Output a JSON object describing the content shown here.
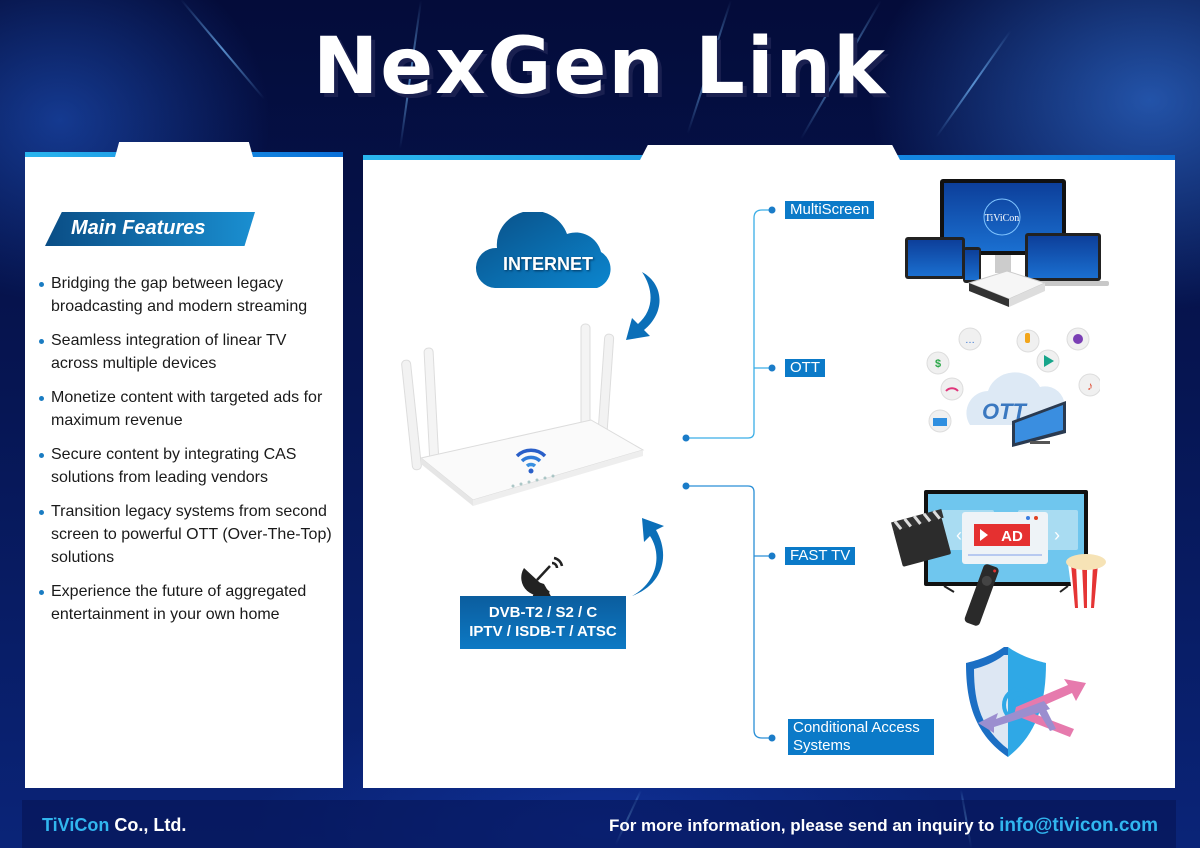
{
  "title": "NexGen Link",
  "features": {
    "heading": "Main Features",
    "items": [
      "Bridging the gap between legacy broadcasting and modern streaming",
      "Seamless integration of linear TV across multiple devices",
      "Monetize content with targeted ads for maximum revenue",
      "Secure content by integrating CAS solutions from leading vendors",
      "Transition legacy systems from second screen to powerful OTT (Over-The-Top) solutions",
      "Experience the future of aggregated entertainment in your own home"
    ]
  },
  "diagram": {
    "internet_label": "INTERNET",
    "broadcast_line1": "DVB-T2 / S2 / C",
    "broadcast_line2": "IPTV / ISDB-T / ATSC",
    "services": [
      {
        "label": "MultiScreen"
      },
      {
        "label": "OTT"
      },
      {
        "label": "FAST TV"
      },
      {
        "label": "Conditional Access Systems"
      }
    ],
    "ott_cloud_text": "OTT",
    "ad_text": "AD",
    "device_brand": "TiViCon"
  },
  "footer": {
    "company_brand": "TiViCon",
    "company_suffix": " Co., Ltd.",
    "contact_text": "For more information, please send an inquiry to ",
    "email": "info@tivicon.com"
  },
  "colors": {
    "accent": "#0b7ac8",
    "highlight": "#31b6ef",
    "background": "#061552"
  }
}
